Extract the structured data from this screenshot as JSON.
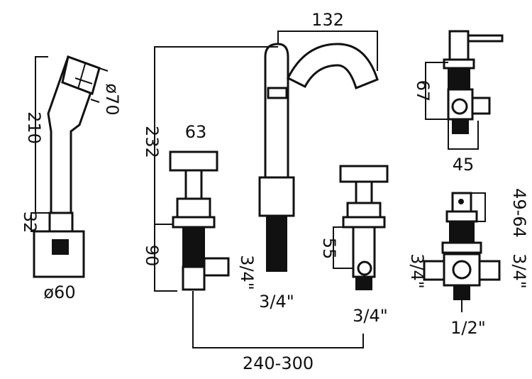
{
  "labels": {
    "spout_reach": "132",
    "spout_height": "232",
    "handset_length": "210",
    "handset_head_dia": "ø70",
    "bracket_height": "32",
    "bracket_dia": "ø60",
    "handle_width": "63",
    "valve_height_left": "90",
    "conn_left": "3/4\"",
    "conn_spout": "3/4\"",
    "valve_height_right": "55",
    "conn_right": "3/4\"",
    "centres": "240-300",
    "diverter_height": "67",
    "diverter_width": "45",
    "mixer_range": "49-64",
    "mixer_left_conn": "3/4\"",
    "mixer_right_conn": "3/4\"",
    "mixer_bottom_conn": "1/2\""
  }
}
